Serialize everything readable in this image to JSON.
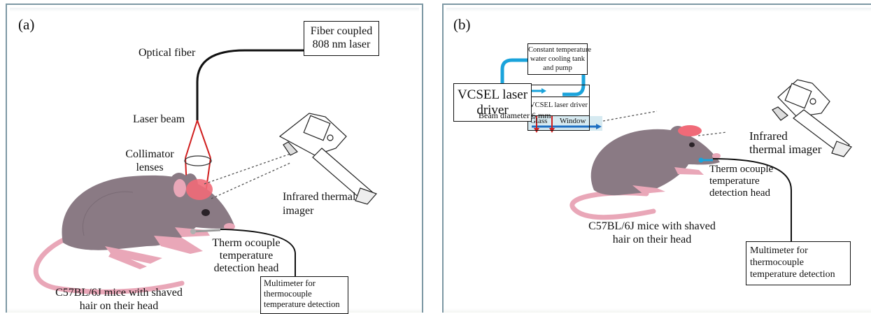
{
  "panels": {
    "a": {
      "label": "(a)",
      "laser_box": [
        "Fiber coupled",
        "808 nm laser"
      ],
      "optical_fiber": "Optical fiber",
      "laser_beam": "Laser beam",
      "collimator": [
        "Collimator",
        "lenses"
      ],
      "thermal_imager": [
        "Infrared thermal",
        "imager"
      ],
      "thermocouple": [
        "Therm ocouple",
        "temperature",
        "detection head"
      ],
      "mouse_caption": [
        "C57BL/6J mice with shaved",
        "hair on their head"
      ],
      "multimeter_box": [
        "Multimeter for",
        "thermocouple",
        "temperature detection"
      ]
    },
    "b": {
      "label": "(b)",
      "cooling_box": [
        "Constant temperature",
        "water cooling tank",
        "and pump"
      ],
      "vcsel_driver_box": [
        "VCSEL laser",
        "driver"
      ],
      "vcsel_inner": "VCSEL laser driver",
      "beam_diameter": "Beam diameter 6 mm",
      "glass": "Glass",
      "window": "Window",
      "thermal_imager": [
        "Infrared",
        "thermal imager"
      ],
      "thermocouple": [
        "Therm ocouple",
        "temperature",
        "detection head"
      ],
      "mouse_caption": [
        "C57BL/6J mice with shaved",
        "hair on their head"
      ],
      "multimeter_box": [
        "Multimeter for",
        "thermocouple",
        "temperature detection"
      ]
    }
  },
  "colors": {
    "panel_border": "#7d98a4",
    "mouse_body": "#8a7a84",
    "mouse_pink": "#e9a7b8",
    "laser_red": "#d01e1e",
    "heated_spot": "#f06a78",
    "coolant_blue": "#1aa3db",
    "thermocouple_tip_b": "#1aa3db"
  }
}
